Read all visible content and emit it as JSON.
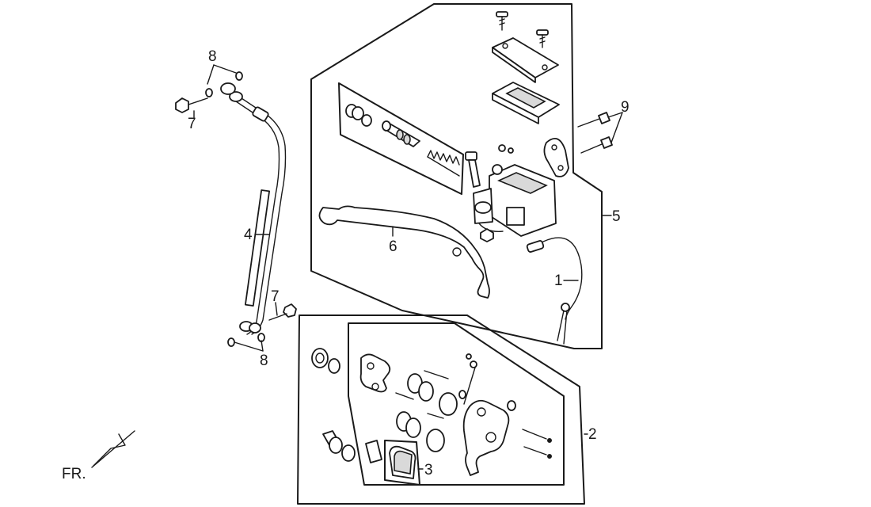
{
  "callouts": {
    "brake_hose_bolt_top": "7",
    "washers_top": "8",
    "brake_hose": "4",
    "brake_hose_bolt_bottom": "7",
    "washers_bottom": "8",
    "master_cylinder_bolts": "9",
    "master_cylinder_assembly": "5",
    "brake_lever": "6",
    "brake_light_switch": "1",
    "caliper_assembly": "2",
    "brake_pads": "3"
  },
  "front_indicator": "FR."
}
